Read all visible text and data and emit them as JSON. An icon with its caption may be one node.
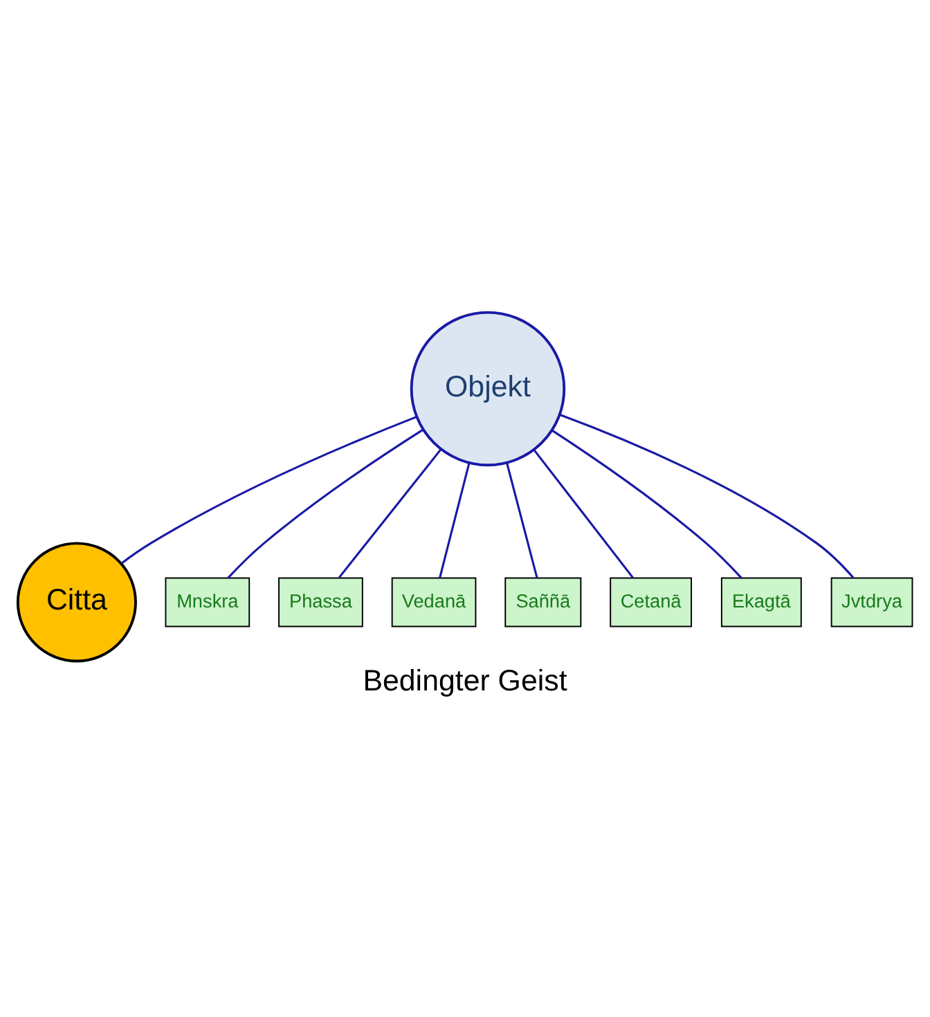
{
  "diagram": {
    "caption": "Bedingter Geist",
    "nodes": [
      {
        "text": [
          "Objekt"
        ]
      },
      {
        "text": [
          "Citta"
        ]
      },
      {
        "text": [
          "Mnskra"
        ]
      },
      {
        "text": [
          "Phassa"
        ]
      },
      {
        "text": [
          "Vedanā"
        ]
      },
      {
        "text": [
          "Saññā"
        ]
      },
      {
        "text": [
          "Cetanā"
        ]
      },
      {
        "text": [
          "Ekagtā"
        ]
      },
      {
        "text": [
          "Jvtdrya"
        ]
      }
    ],
    "edges": [
      {
        "from": 0,
        "to": 7,
        "arrow": "none"
      },
      {
        "from": 0,
        "to": 8,
        "arrow": "none"
      },
      {
        "from": 0,
        "to": 2,
        "arrow": "none"
      },
      {
        "from": 0,
        "to": 3,
        "arrow": "none"
      },
      {
        "from": 0,
        "to": 1,
        "arrow": "none"
      },
      {
        "from": 0,
        "to": 4,
        "arrow": "none"
      },
      {
        "from": 0,
        "to": 5,
        "arrow": "none"
      },
      {
        "from": 0,
        "to": 6,
        "arrow": "none"
      }
    ]
  }
}
